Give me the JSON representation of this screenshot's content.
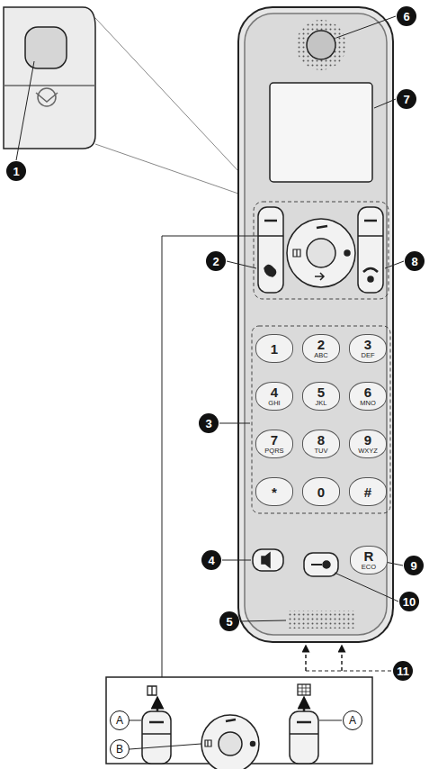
{
  "diagram": {
    "nodes": [
      {
        "text": [
          "1"
        ]
      },
      {
        "text": [
          "2"
        ]
      },
      {
        "text": [
          "3"
        ]
      },
      {
        "text": [
          "4"
        ]
      },
      {
        "text": [
          "5"
        ]
      },
      {
        "text": [
          "6"
        ]
      },
      {
        "text": [
          "7"
        ]
      },
      {
        "text": [
          "8"
        ]
      },
      {
        "text": [
          "9"
        ]
      },
      {
        "text": [
          "10"
        ]
      },
      {
        "text": [
          "11"
        ]
      },
      {
        "text": [
          "A"
        ]
      },
      {
        "text": [
          "A"
        ]
      },
      {
        "text": [
          "B"
        ]
      },
      {
        "text": [
          "1"
        ]
      },
      {
        "text": [
          "2",
          "ABC"
        ]
      },
      {
        "text": [
          "3",
          "DEF"
        ]
      },
      {
        "text": [
          "4",
          "GHI"
        ]
      },
      {
        "text": [
          "5",
          "JKL"
        ]
      },
      {
        "text": [
          "6",
          "MNO"
        ]
      },
      {
        "text": [
          "7",
          "PQRS"
        ]
      },
      {
        "text": [
          "8",
          "TUV"
        ]
      },
      {
        "text": [
          "9",
          "WXYZ"
        ]
      },
      {
        "text": [
          "*"
        ]
      },
      {
        "text": [
          "0"
        ]
      },
      {
        "text": [
          "#"
        ]
      },
      {
        "text": [
          "R",
          "ECO"
        ]
      }
    ]
  }
}
